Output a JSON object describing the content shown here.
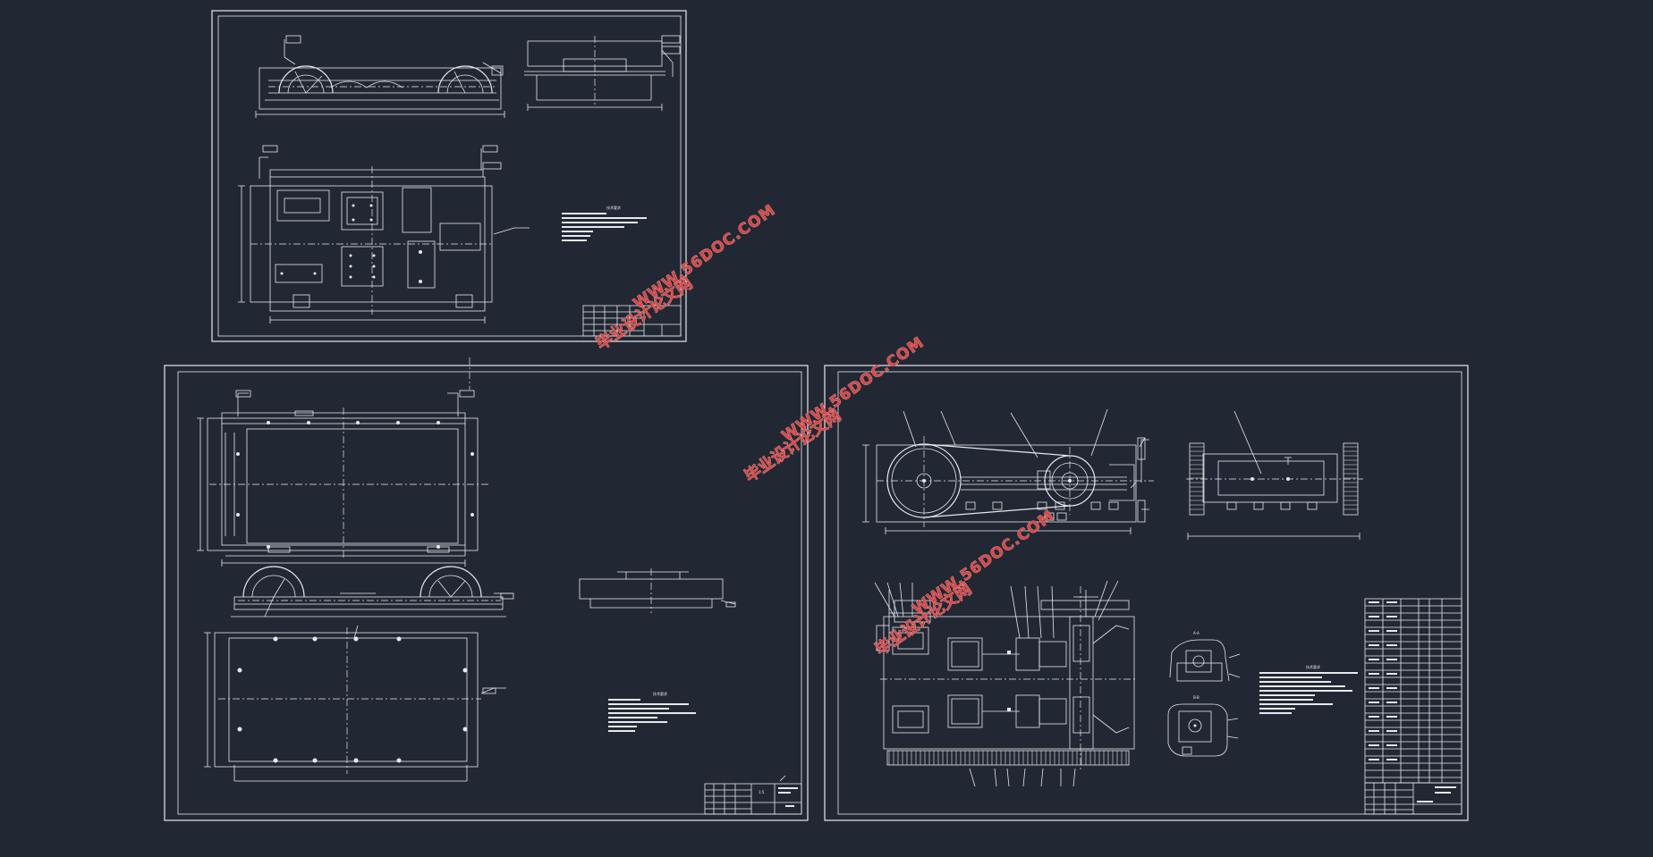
{
  "watermarks": [
    {
      "id": "wm-1-cn",
      "text": "毕业设计论文网"
    },
    {
      "id": "wm-1-url",
      "text": "WWW.56DOC.COM"
    },
    {
      "id": "wm-2-cn",
      "text": "毕业设计论文网"
    },
    {
      "id": "wm-2-url",
      "text": "WWW.56DOC.COM"
    },
    {
      "id": "wm-3-cn",
      "text": "毕业设计论文网"
    },
    {
      "id": "wm-3-url",
      "text": "WWW.56DOC.COM"
    }
  ],
  "sheets": [
    {
      "id": "sheet-top-left",
      "notes_label": "技术要求"
    },
    {
      "id": "sheet-bottom-left",
      "notes_label": "技术要求",
      "scale": "1:5"
    },
    {
      "id": "sheet-right",
      "notes_label": "技术要求",
      "section_a": "A-A",
      "section_b": "B-B"
    }
  ],
  "colors": {
    "background": "#222833",
    "line": "#e6e8ec",
    "watermark": "#d84848"
  }
}
